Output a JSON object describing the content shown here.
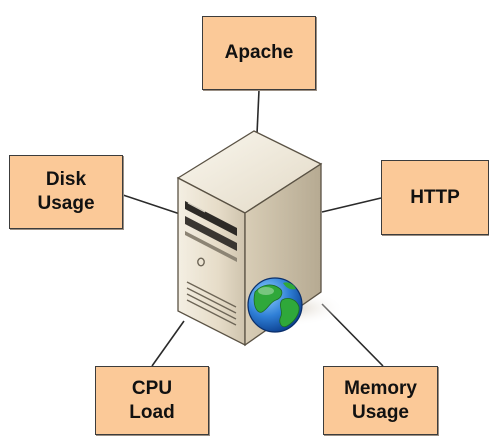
{
  "diagram": {
    "center": {
      "icon": "server-with-globe-icon"
    },
    "nodes": [
      {
        "id": "apache",
        "label": "Apache"
      },
      {
        "id": "disk",
        "label": "Disk\nUsage"
      },
      {
        "id": "http",
        "label": "HTTP"
      },
      {
        "id": "cpu",
        "label": "CPU\nLoad"
      },
      {
        "id": "memory",
        "label": "Memory\nUsage"
      }
    ],
    "colors": {
      "node_fill": "#fbc998",
      "node_border": "#3c3c3c",
      "connector": "#2a2a2a"
    }
  }
}
